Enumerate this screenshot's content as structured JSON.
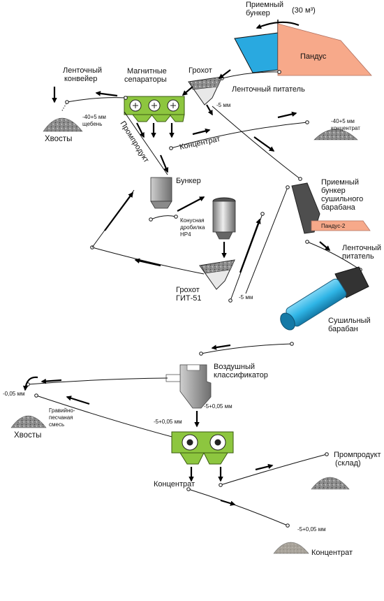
{
  "labels": {
    "receiving_bunker": [
      "Приемный",
      "бункер"
    ],
    "bunker_volume": "(30 м³)",
    "ramp": "Пандус",
    "screen_top": "Грохот",
    "belt_feeder_top": "Ленточный питатель",
    "magnetic_separators": [
      "Магнитные",
      "сепараторы"
    ],
    "belt_conveyor": [
      "Ленточный",
      "конвейер"
    ],
    "tailings_top": "Хвосты",
    "tailings_top_size": [
      "-40+5 мм",
      "щебень"
    ],
    "minus5_top": "-5 мм",
    "concentrate_top_belt": "Концентрат",
    "concentrate_top_pile": [
      "-40+5 мм",
      "концентрат"
    ],
    "middlings": "Промпродукт",
    "bunker_mid": "Бункер",
    "cone_crusher": [
      "Конусная",
      "дробилка",
      "HP4"
    ],
    "screen_git": [
      "Грохот",
      "ГИТ-51"
    ],
    "minus5_mid": "-5 мм",
    "dryer_bunker": [
      "Приемный",
      "бункер",
      "сушильного",
      "барабана"
    ],
    "ramp2": "Пандус-2",
    "belt_feeder_right": [
      "Ленточный",
      "питатель"
    ],
    "dryer_drum": [
      "Сушильный",
      "барабан"
    ],
    "air_classifier": [
      "Воздушный",
      "классификатор"
    ],
    "minus005": "-0,05 мм",
    "gravel_sand_mix": [
      "Гравийно-",
      "песчаная",
      "смесь"
    ],
    "tailings_bottom": "Хвосты",
    "size_5_005_a": "-5+0,05 мм",
    "size_5_005_b": "-5+0,05 мм",
    "concentrate_bottom_label": "Концентрат",
    "middlings_warehouse": [
      "Промпродукт",
      "(склад)"
    ],
    "size_5_005_c": "-5+0,05 мм",
    "concentrate_bottom_pile": "Концентрат"
  },
  "colors": {
    "bunker_blue": "#29a9e0",
    "ramp_salmon": "#f7a98a",
    "separator_green": "#8dc63f",
    "drum_blue": "#2fb5e6",
    "gray_equipment": "#9e9e9e",
    "pile_gray": "#8b8b8b"
  }
}
